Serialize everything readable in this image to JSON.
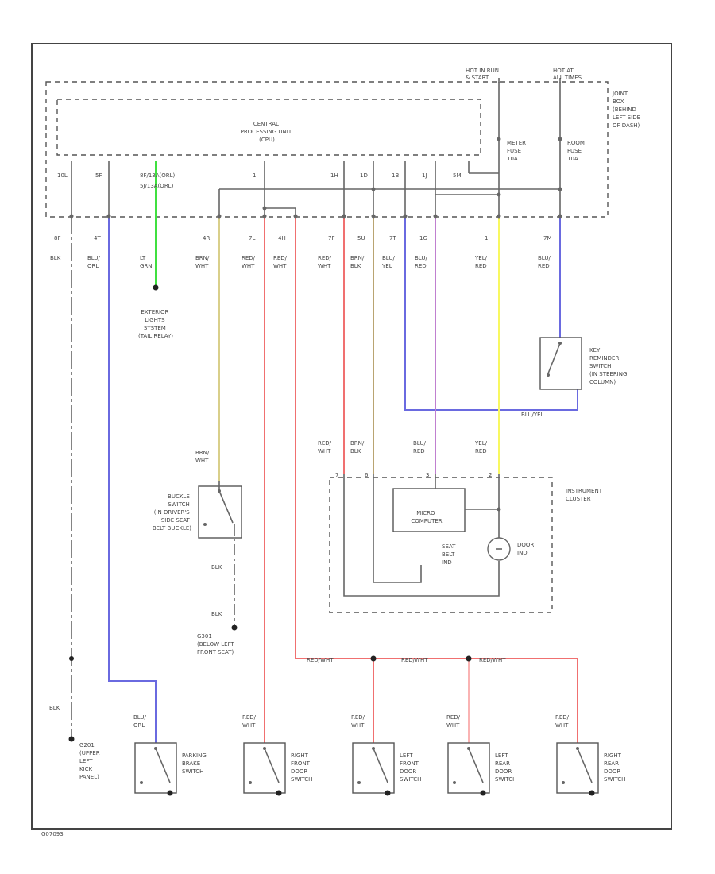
{
  "power": {
    "hot_run": [
      "HOT IN RUN",
      "& START"
    ],
    "hot_all": [
      "HOT AT",
      "ALL TIMES"
    ]
  },
  "junction_box": [
    "JOINT",
    "BOX",
    "(BEHIND",
    "LEFT SIDE",
    "OF DASH)"
  ],
  "cpu": [
    "CENTRAL",
    "PROCESSING UNIT",
    "(CPU)"
  ],
  "fuses": {
    "meter": [
      "METER",
      "FUSE",
      "10A"
    ],
    "room": [
      "ROOM",
      "FUSE",
      "10A"
    ]
  },
  "cpu_pins": [
    "10L",
    "5F",
    "8F/13A(ORL)",
    "5J/13A(ORL)",
    "1I",
    "1H",
    "1D",
    "1B",
    "1J",
    "5M"
  ],
  "conn_pins": [
    "8F",
    "4T",
    "4R",
    "7L",
    "4H",
    "7F",
    "5U",
    "7T",
    "1G",
    "1I",
    "7M"
  ],
  "wire_colors": {
    "w1": [
      "BLK"
    ],
    "w2": [
      "BLU/",
      "ORL"
    ],
    "w3": [
      "LT",
      "GRN"
    ],
    "w4": [
      "BRN/",
      "WHT"
    ],
    "w5": [
      "RED/",
      "WHT"
    ],
    "w6": [
      "RED/",
      "WHT"
    ],
    "w7": [
      "RED/",
      "WHT"
    ],
    "w8": [
      "BRN/",
      "BLK"
    ],
    "w9": [
      "BLU/",
      "YEL"
    ],
    "w10": [
      "BLU/",
      "RED"
    ],
    "w11": [
      "YEL/",
      "RED"
    ],
    "w12": [
      "BLU/",
      "RED"
    ]
  },
  "exterior_lights": [
    "EXTERIOR",
    "LIGHTS",
    "SYSTEM",
    "(TAIL RELAY)"
  ],
  "key_reminder": [
    "KEY",
    "REMINDER",
    "SWITCH",
    "(IN STEERING",
    "COLUMN)"
  ],
  "key_wire": "BLU/YEL",
  "buckle_wire": [
    "BRN/",
    "WHT"
  ],
  "buckle_switch": [
    "BUCKLE",
    "SWITCH",
    "(IN DRIVER'S",
    "SIDE SEAT",
    "BELT BUCKLE)"
  ],
  "buckle_blk_1": "BLK",
  "buckle_blk_2": "BLK",
  "ground_g301": [
    "G301",
    "(BELOW LEFT",
    "FRONT SEAT)"
  ],
  "cluster_wires": {
    "c1": [
      "RED/",
      "WHT"
    ],
    "c2": [
      "BRN/",
      "BLK"
    ],
    "c3": [
      "BLU/",
      "RED"
    ],
    "c4": [
      "YEL/",
      "RED"
    ]
  },
  "cluster_pins": [
    "7",
    "6",
    "3",
    "2"
  ],
  "instrument_cluster": [
    "INSTRUMENT",
    "CLUSTER"
  ],
  "micro_computer": [
    "MICRO",
    "COMPUTER"
  ],
  "seat_belt_ind": [
    "SEAT",
    "BELT",
    "IND"
  ],
  "door_ind": [
    "DOOR",
    "IND"
  ],
  "bus_labels": [
    "RED/WHT",
    "RED/WHT",
    "RED/WHT"
  ],
  "left_blk": "BLK",
  "ground_g201": [
    "G201",
    "(UPPER",
    "LEFT",
    "KICK",
    "PANEL)"
  ],
  "switches": [
    {
      "wire": [
        "BLU/",
        "ORL"
      ],
      "name": [
        "PARKING",
        "BRAKE",
        "SWITCH"
      ]
    },
    {
      "wire": [
        "RED/",
        "WHT"
      ],
      "name": [
        "RIGHT",
        "FRONT",
        "DOOR",
        "SWITCH"
      ]
    },
    {
      "wire": [
        "RED/",
        "WHT"
      ],
      "name": [
        "LEFT",
        "FRONT",
        "DOOR",
        "SWITCH"
      ]
    },
    {
      "wire": [
        "RED/",
        "WHT"
      ],
      "name": [
        "LEFT",
        "REAR",
        "DOOR",
        "SWITCH"
      ]
    },
    {
      "wire": [
        "RED/",
        "WHT"
      ],
      "name": [
        "RIGHT",
        "REAR",
        "DOOR",
        "SWITCH"
      ]
    }
  ],
  "figure_id": "G07093",
  "colors": {
    "blue": "#6a6ae0",
    "green": "#40e040",
    "tan": "#d9cf8a",
    "red": "#f07070",
    "brown": "#b9a472",
    "purple": "#c080d0",
    "yellow": "#f8f860",
    "gray": "#666666"
  }
}
